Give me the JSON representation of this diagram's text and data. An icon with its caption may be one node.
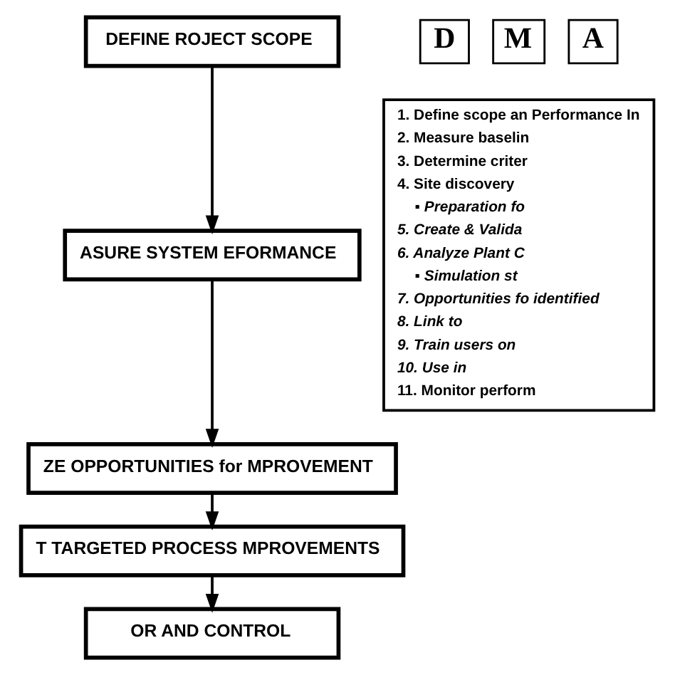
{
  "diagram": {
    "nodes": [
      {
        "text": [
          "DEFINE ROJECT SCOPE"
        ]
      },
      {
        "text": [
          "ASURE SYSTEM EFORMANCE"
        ]
      },
      {
        "text": [
          "ZE OPPORTUNITIES for MPROVEMENT"
        ]
      },
      {
        "text": [
          "T TARGETED PROCESS MPROVEMENTS"
        ]
      },
      {
        "text": [
          "OR AND CONTROL"
        ]
      },
      {
        "text": [
          "D"
        ]
      },
      {
        "text": [
          "M"
        ]
      },
      {
        "text": [
          "A"
        ]
      },
      {
        "text": [
          "1. Define scope an Performance In",
          "2. Measure baselin",
          "3. Determine criter",
          "4. Site discovery",
          "▪ Preparation fo",
          "5. Create & Valida",
          "6. Analyze Plant C",
          "▪ Simulation st",
          "7. Opportunities fo identified",
          "8. Link to",
          "9. Train users on",
          "10. Use in",
          "11. Monitor perform"
        ]
      }
    ],
    "edges": [
      {
        "from": 0,
        "to": 1,
        "arrow": "to"
      },
      {
        "from": 1,
        "to": 2,
        "arrow": "to"
      },
      {
        "from": 2,
        "to": 3,
        "arrow": "to"
      },
      {
        "from": 3,
        "to": 4,
        "arrow": "to"
      }
    ]
  }
}
